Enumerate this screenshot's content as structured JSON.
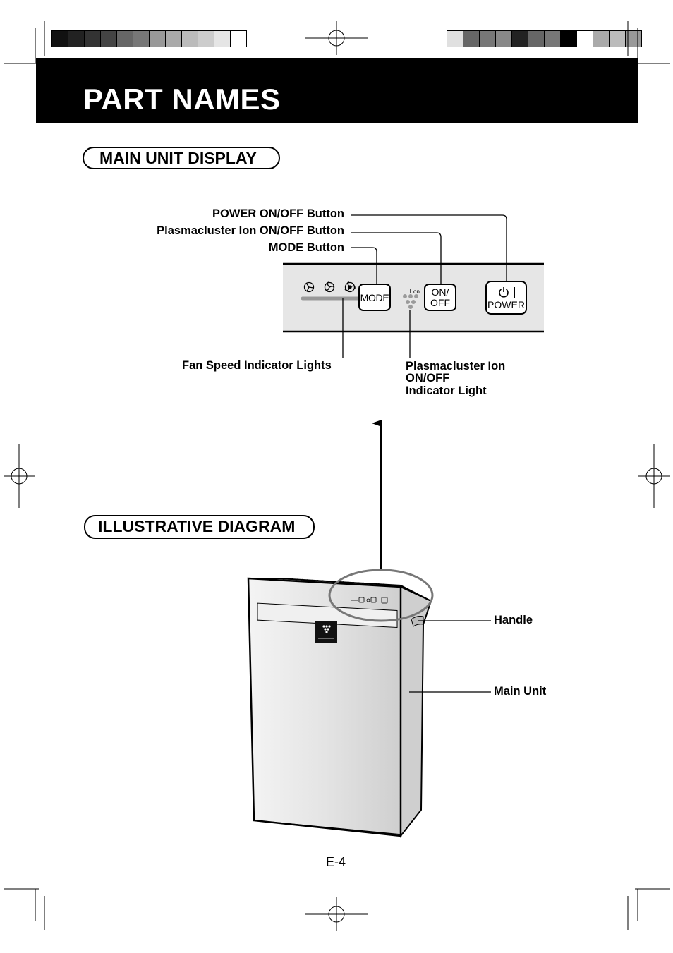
{
  "page": {
    "title": "PART NAMES",
    "page_number": "E-4"
  },
  "sections": {
    "main_unit_display": "MAIN UNIT DISPLAY",
    "illustrative_diagram": "ILLUSTRATIVE DIAGRAM"
  },
  "display_labels": {
    "power_button": "POWER ON/OFF Button",
    "ion_button": "Plasmacluster Ion ON/OFF Button",
    "mode_button": "MODE Button",
    "fan_speed": "Fan Speed  Indicator Lights",
    "ion_light_line1": "Plasmacluster Ion",
    "ion_light_line2": "ON/OFF",
    "ion_light_line3": "Indicator Light"
  },
  "panel": {
    "mode_label": "MODE",
    "onoff_line1": "ON/",
    "onoff_line2": "OFF",
    "power_label": "POWER",
    "ion_small": "on"
  },
  "diagram_labels": {
    "handle": "Handle",
    "main_unit": "Main Unit"
  },
  "registration": {
    "left_swatches": [
      "#111111",
      "#222222",
      "#333333",
      "#444444",
      "#666666",
      "#777777",
      "#999999",
      "#aaaaaa",
      "#bbbbbb",
      "#cccccc",
      "#e5e5e5",
      "#ffffff"
    ],
    "right_swatches": [
      "#e0e0e0",
      "#666666",
      "#777777",
      "#888888",
      "#222222",
      "#666666",
      "#777777",
      "#000000",
      "#ffffff",
      "#aaaaaa",
      "#bbbbbb",
      "#999999"
    ]
  }
}
